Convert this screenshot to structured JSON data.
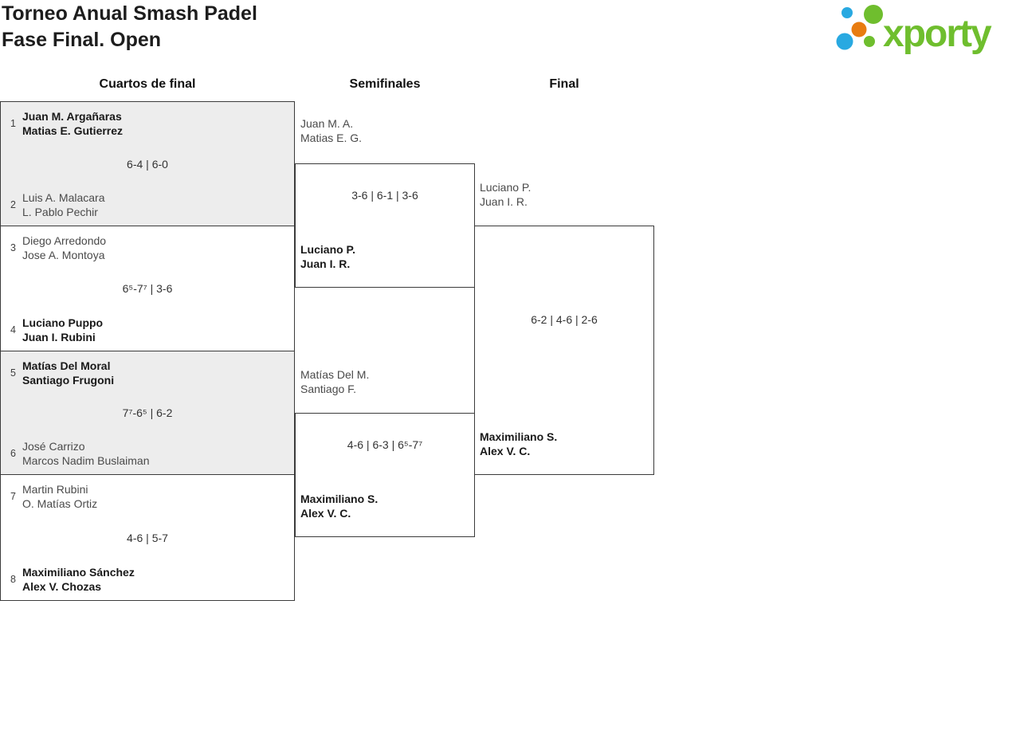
{
  "header": {
    "title_line1": "Torneo Anual Smash Padel",
    "title_line2": "Fase Final. Open"
  },
  "logo": {
    "text": "xporty",
    "colors": {
      "green": "#6fbe2e",
      "blue": "#29a9e1",
      "orange": "#e87c10"
    }
  },
  "round_headers": {
    "quarterfinals": "Cuartos de final",
    "semifinals": "Semifinales",
    "final": "Final"
  },
  "bracket": {
    "quarterfinals": [
      {
        "seed_top": "1",
        "team_top": {
          "line1": "Juan M. Argañaras",
          "line2": "Matias E. Gutierrez"
        },
        "score": "6-4 | 6-0",
        "winner": "top",
        "seed_bottom": "2",
        "team_bottom": {
          "line1": "Luis A. Malacara",
          "line2": "L. Pablo Pechir"
        }
      },
      {
        "seed_top": "3",
        "team_top": {
          "line1": "Diego Arredondo",
          "line2": "Jose A. Montoya"
        },
        "score": "6⁵-7⁷ | 3-6",
        "winner": "bottom",
        "seed_bottom": "4",
        "team_bottom": {
          "line1": "Luciano Puppo",
          "line2": "Juan I. Rubini"
        }
      },
      {
        "seed_top": "5",
        "team_top": {
          "line1": "Matías Del Moral",
          "line2": "Santiago Frugoni"
        },
        "score": "7⁷-6⁵ | 6-2",
        "winner": "top",
        "seed_bottom": "6",
        "team_bottom": {
          "line1": "José Carrizo",
          "line2": "Marcos Nadim Buslaiman"
        }
      },
      {
        "seed_top": "7",
        "team_top": {
          "line1": "Martin Rubini",
          "line2": "O. Matías Ortiz"
        },
        "score": "4-6 | 5-7",
        "winner": "bottom",
        "seed_bottom": "8",
        "team_bottom": {
          "line1": "Maximiliano Sánchez",
          "line2": "Alex V. Chozas"
        }
      }
    ],
    "semifinals": [
      {
        "team_top": {
          "line1": "Juan M. A.",
          "line2": "Matias E. G."
        },
        "score": "3-6 | 6-1 | 3-6",
        "winner": "bottom",
        "team_bottom": {
          "line1": "Luciano P.",
          "line2": "Juan I. R."
        }
      },
      {
        "team_top": {
          "line1": "Matías Del M.",
          "line2": "Santiago F."
        },
        "score": "4-6 | 6-3 | 6⁵-7⁷",
        "winner": "bottom",
        "team_bottom": {
          "line1": "Maximiliano S.",
          "line2": "Alex V. C."
        }
      }
    ],
    "final": {
      "team_top": {
        "line1": "Luciano P.",
        "line2": "Juan I. R."
      },
      "score": "6-2 | 4-6 | 2-6",
      "winner": "bottom",
      "team_bottom": {
        "line1": "Maximiliano S.",
        "line2": "Alex V. C."
      }
    }
  },
  "colors": {
    "box_border": "#3b3b3b",
    "shaded_match_bg": "#ededed",
    "winner_text": "#191919",
    "team_text": "#4a4a4a",
    "score_text": "#333333"
  }
}
